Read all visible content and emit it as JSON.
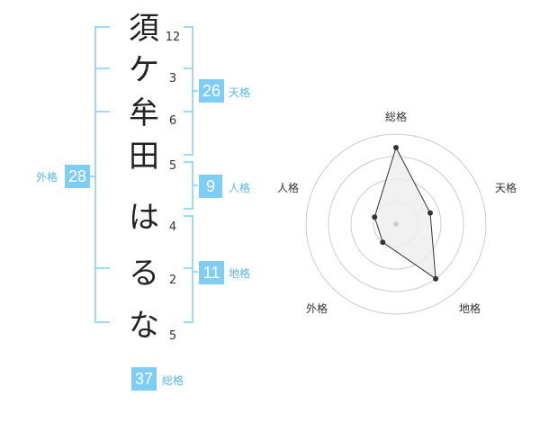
{
  "name": {
    "characters": [
      {
        "char": "須",
        "strokes": "12"
      },
      {
        "char": "ケ",
        "strokes": "3"
      },
      {
        "char": "牟",
        "strokes": "6"
      },
      {
        "char": "田",
        "strokes": "5"
      },
      {
        "char": "は",
        "strokes": "4"
      },
      {
        "char": "る",
        "strokes": "2"
      },
      {
        "char": "な",
        "strokes": "5"
      }
    ]
  },
  "fortune": {
    "tenkaku": {
      "label": "天格",
      "value": "26"
    },
    "jinkaku": {
      "label": "人格",
      "value": "9"
    },
    "chikaku": {
      "label": "地格",
      "value": "11"
    },
    "gaikaku": {
      "label": "外格",
      "value": "28"
    },
    "soukaku": {
      "label": "総格",
      "value": "37"
    }
  },
  "chart_data": {
    "type": "radar",
    "axes": [
      "総格",
      "天格",
      "地格",
      "外格",
      "人格"
    ],
    "values": [
      0.85,
      0.4,
      0.75,
      0.25,
      0.25
    ],
    "range": [
      0,
      1
    ],
    "rings": 4,
    "colors": {
      "line": "#333333",
      "fill": "#eeeeee",
      "grid": "#cccccc",
      "center": "#cccccc"
    }
  },
  "colors": {
    "bracket": "#7fcdf4",
    "badge": "#7fcdf4",
    "label": "#59b9e6"
  }
}
